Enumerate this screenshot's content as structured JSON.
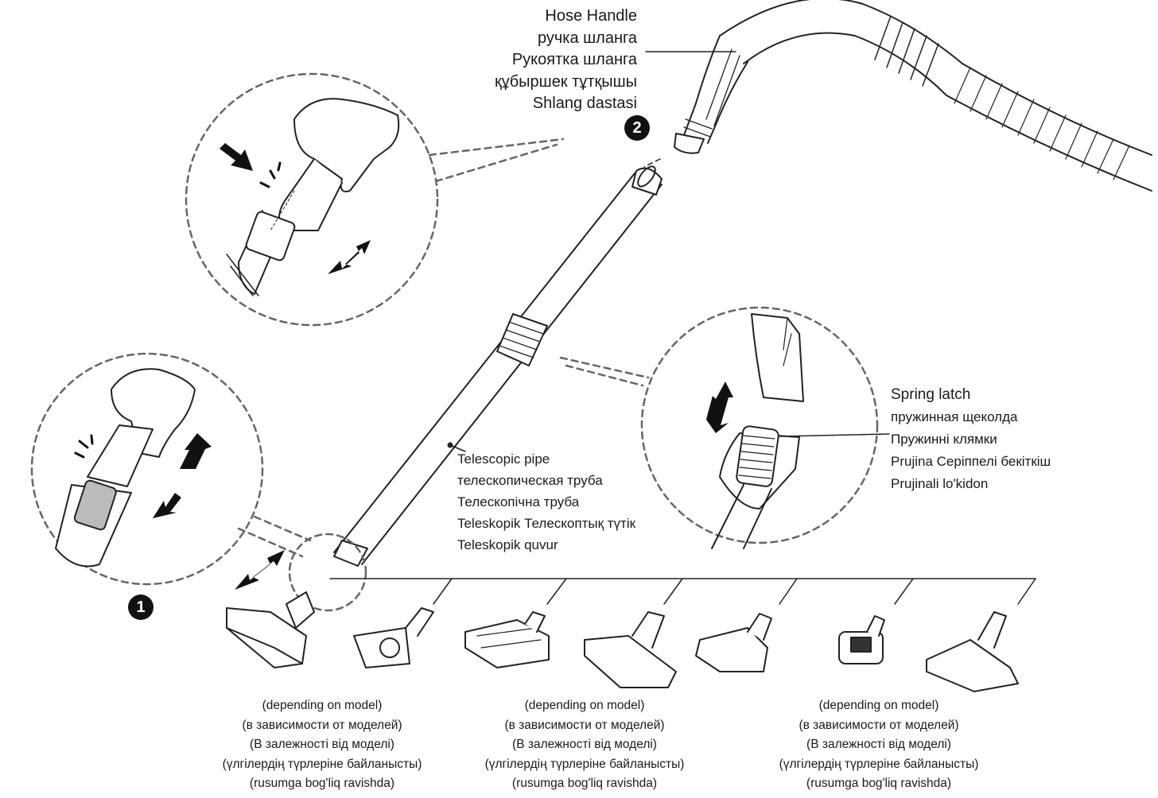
{
  "hose_handle": {
    "labels": [
      "Hose Handle",
      "ручка шланга",
      "Рукоятка шланга",
      "құбыршек тұтқышы",
      "Shlang dastasi"
    ]
  },
  "telescopic_pipe": {
    "labels": [
      "Telescopic pipe",
      "телескопическая труба",
      "Телескопічна труба",
      "Teleskopik Телескоптық түтік",
      "Teleskopik quvur"
    ]
  },
  "spring_latch": {
    "labels": [
      "Spring latch",
      "пружинная щеколда",
      "Пружинні клямки",
      "Prujina Серіппелі  бекіткіш",
      "Prujinali lo'kidon"
    ]
  },
  "model_notes": [
    [
      "(depending on model)",
      "(в зависимости от моделей)",
      "(В залежності від моделі)",
      "(үлгілердің түрлеріне байланысты)",
      "(rusumga bog'liq ravishda)"
    ],
    [
      "(depending on model)",
      "(в зависимости от моделей)",
      "(В залежності від моделі)",
      "(үлгілердің түрлеріне байланысты)",
      "(rusumga bog'liq ravishda)"
    ],
    [
      "(depending on model)",
      "(в зависимости от моделей)",
      "(В залежності від моделі)",
      "(үлгілердің түрлеріне байланысты)",
      "(rusumga bog'liq ravishda)"
    ]
  ],
  "steps": [
    "1",
    "2"
  ],
  "icons": [
    "hand-press-icon",
    "double-arrow-icon",
    "click-mark-icon",
    "brush-nozzle-icon",
    "turbo-nozzle-icon"
  ]
}
